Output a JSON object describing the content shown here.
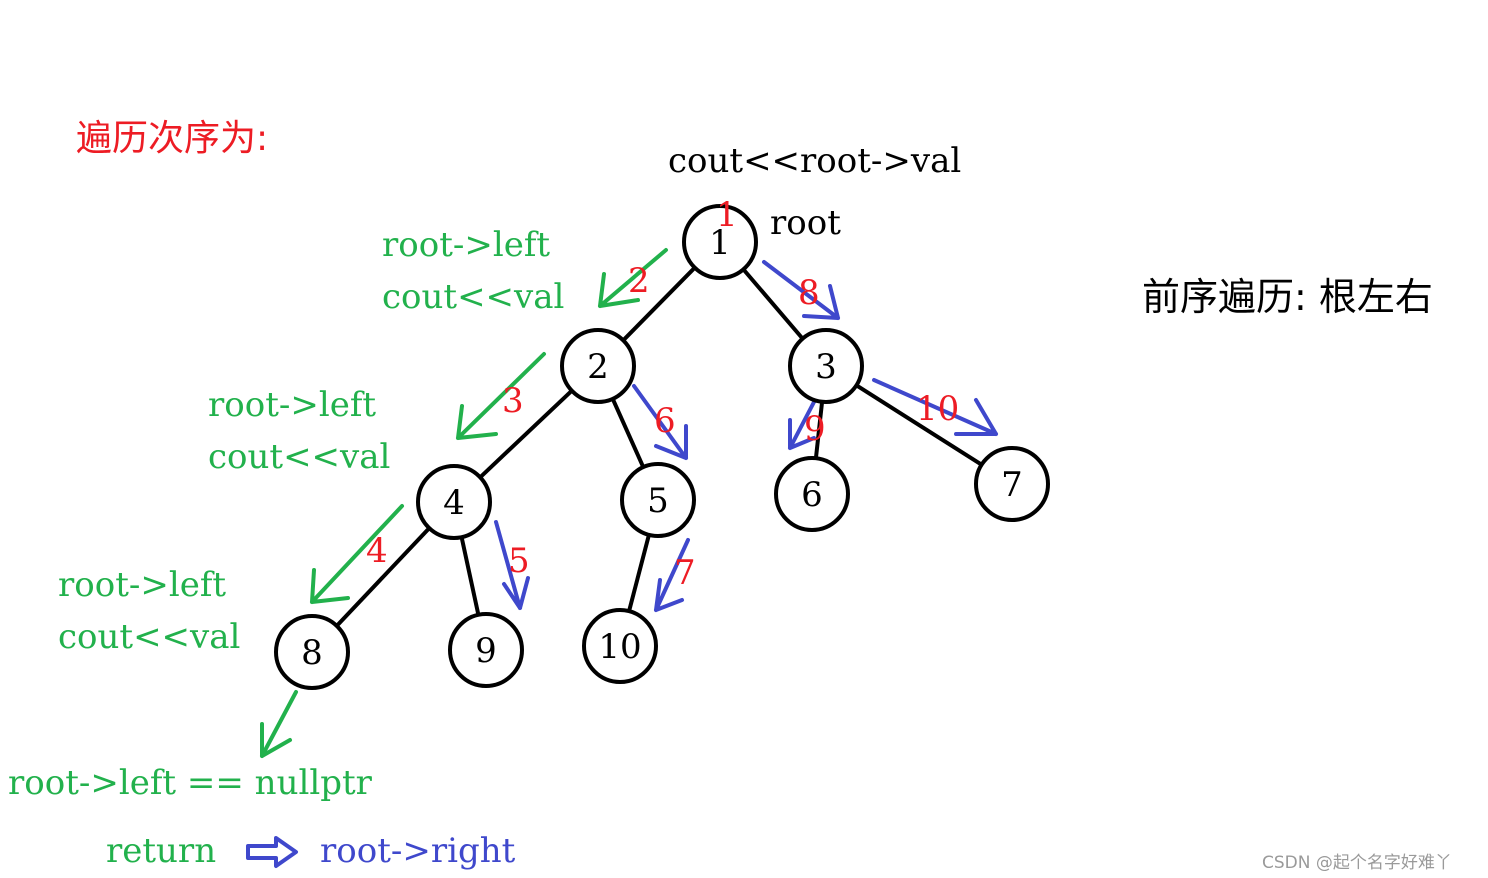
{
  "title": "遍历次序为:",
  "subtitle": "前序遍历: 根左右",
  "top_label": "cout<<root->val",
  "root_label": "root",
  "nodes": [
    {
      "id": "1",
      "label": "1"
    },
    {
      "id": "2",
      "label": "2"
    },
    {
      "id": "3",
      "label": "3"
    },
    {
      "id": "4",
      "label": "4"
    },
    {
      "id": "5",
      "label": "5"
    },
    {
      "id": "6",
      "label": "6"
    },
    {
      "id": "7",
      "label": "7"
    },
    {
      "id": "8",
      "label": "8"
    },
    {
      "id": "9",
      "label": "9"
    },
    {
      "id": "10",
      "label": "10"
    }
  ],
  "edges": [
    {
      "from": "1",
      "to": "2"
    },
    {
      "from": "1",
      "to": "3"
    },
    {
      "from": "2",
      "to": "4"
    },
    {
      "from": "2",
      "to": "5"
    },
    {
      "from": "3",
      "to": "6"
    },
    {
      "from": "3",
      "to": "7"
    },
    {
      "from": "4",
      "to": "8"
    },
    {
      "from": "4",
      "to": "9"
    },
    {
      "from": "5",
      "to": "10"
    }
  ],
  "step_labels": [
    "1",
    "2",
    "3",
    "4",
    "5",
    "6",
    "7",
    "8",
    "9",
    "10"
  ],
  "green_notes": [
    {
      "line1": "root->left",
      "line2": "cout<<val"
    },
    {
      "line1": "root->left",
      "line2": "cout<<val"
    },
    {
      "line1": "root->left",
      "line2": "cout<<val"
    }
  ],
  "bottom": {
    "null_check": "root->left == nullptr",
    "return_text": "return",
    "right_text": "root->right"
  },
  "watermark": "CSDN @起个名字好难丫",
  "colors": {
    "green": "#22b14c",
    "blue": "#3f48cc",
    "red": "#ed1c24",
    "black": "#000000"
  }
}
